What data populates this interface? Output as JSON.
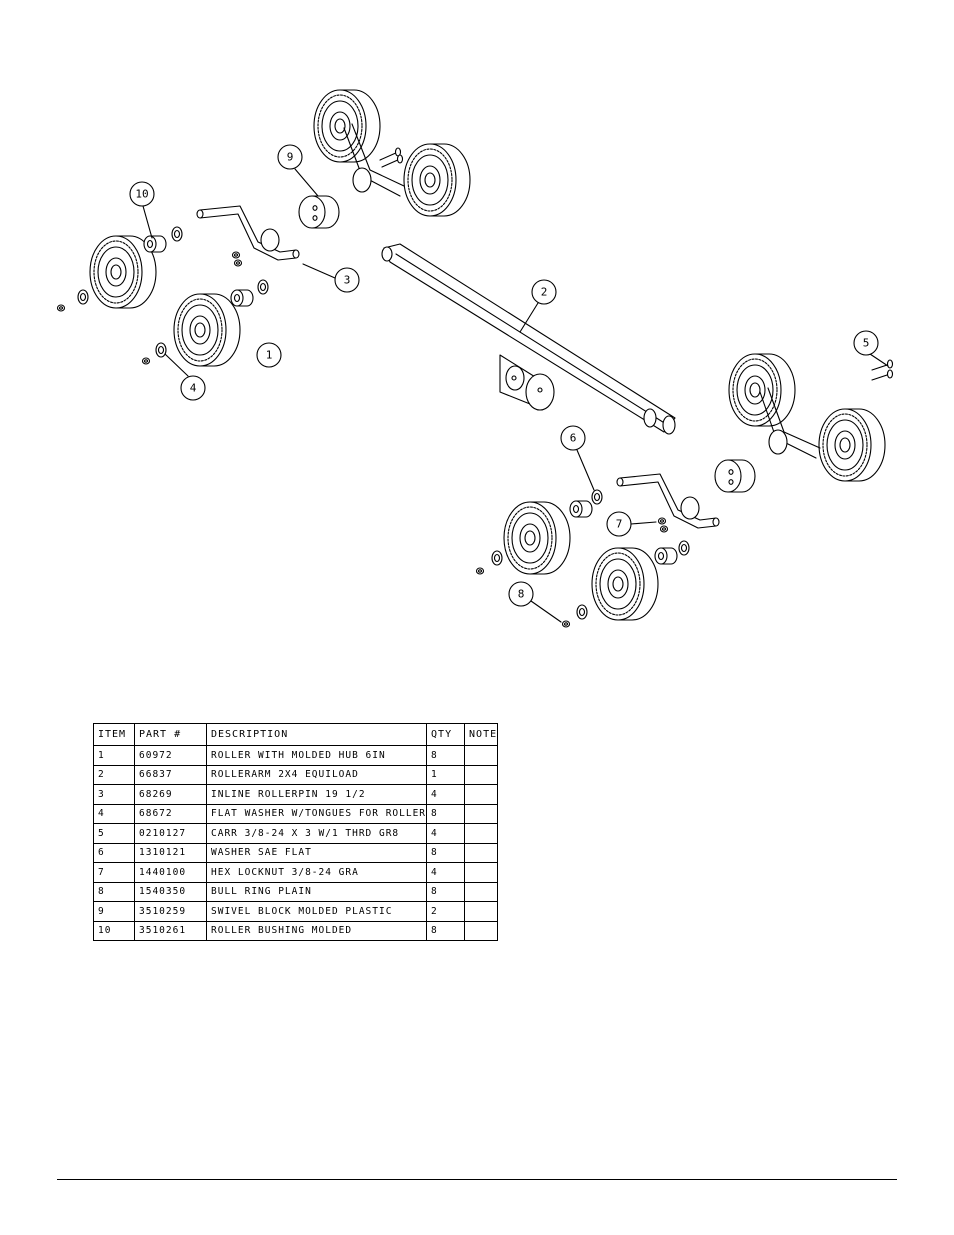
{
  "callouts": {
    "c1": "1",
    "c2": "2",
    "c3": "3",
    "c4": "4",
    "c5": "5",
    "c6": "6",
    "c7": "7",
    "c8": "8",
    "c9": "9",
    "c10": "10"
  },
  "table": {
    "headers": {
      "item": "ITEM",
      "part": "PART #",
      "desc": "DESCRIPTION",
      "qty": "QTY",
      "note": "NOTE"
    },
    "rows": [
      {
        "item": "1",
        "part": "60972",
        "desc": "ROLLER WITH MOLDED HUB  6IN",
        "qty": "8",
        "note": ""
      },
      {
        "item": "2",
        "part": "66837",
        "desc": "ROLLERARM  2X4 EQUILOAD",
        "qty": "1",
        "note": ""
      },
      {
        "item": "3",
        "part": "68269",
        "desc": "INLINE ROLLERPIN 19 1/2",
        "qty": "4",
        "note": ""
      },
      {
        "item": "4",
        "part": "68672",
        "desc": "FLAT WASHER W/TONGUES FOR ROLLER",
        "qty": "8",
        "note": ""
      },
      {
        "item": "5",
        "part": "0210127",
        "desc": "CARR 3/8-24 X 3 W/1 THRD GR8",
        "qty": "4",
        "note": ""
      },
      {
        "item": "6",
        "part": "1310121",
        "desc": "WASHER SAE FLAT",
        "qty": "8",
        "note": ""
      },
      {
        "item": "7",
        "part": "1440100",
        "desc": "HEX LOCKNUT 3/8-24 GRA",
        "qty": "4",
        "note": ""
      },
      {
        "item": "8",
        "part": "1540350",
        "desc": "BULL RING PLAIN",
        "qty": "8",
        "note": ""
      },
      {
        "item": "9",
        "part": "3510259",
        "desc": "SWIVEL BLOCK MOLDED PLASTIC",
        "qty": "2",
        "note": ""
      },
      {
        "item": "10",
        "part": "3510261",
        "desc": "ROLLER BUSHING MOLDED",
        "qty": "8",
        "note": ""
      }
    ]
  }
}
